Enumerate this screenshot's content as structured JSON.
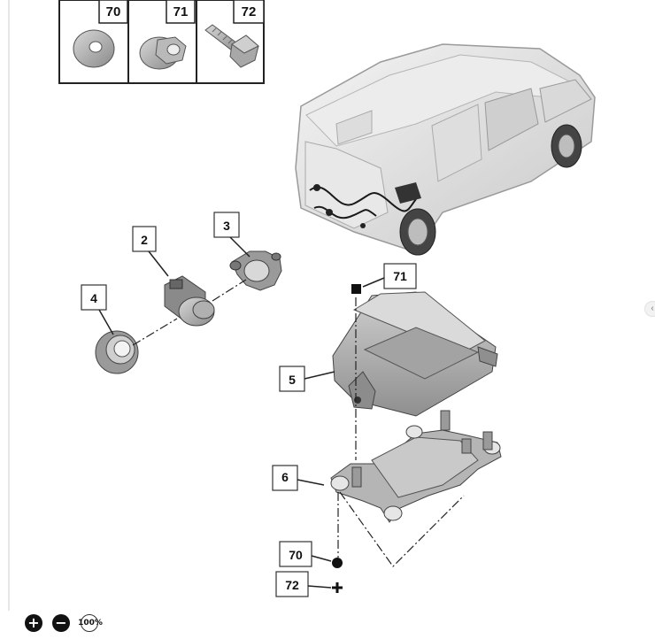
{
  "inset": {
    "labels": [
      "70",
      "71",
      "72"
    ]
  },
  "callouts": {
    "c2": "2",
    "c3": "3",
    "c4": "4",
    "c5": "5",
    "c6": "6",
    "c70": "70",
    "c71": "71",
    "c72": "72"
  },
  "controls": {
    "zoom_in": "+",
    "zoom_out": "−",
    "zoom_reset": "100%",
    "side_arrow": "‹"
  },
  "icons": {
    "zoom_in": "zoom-in-icon",
    "zoom_out": "zoom-out-icon",
    "zoom_reset": "zoom-reset-icon",
    "side_arrow": "chevron-left-icon"
  }
}
